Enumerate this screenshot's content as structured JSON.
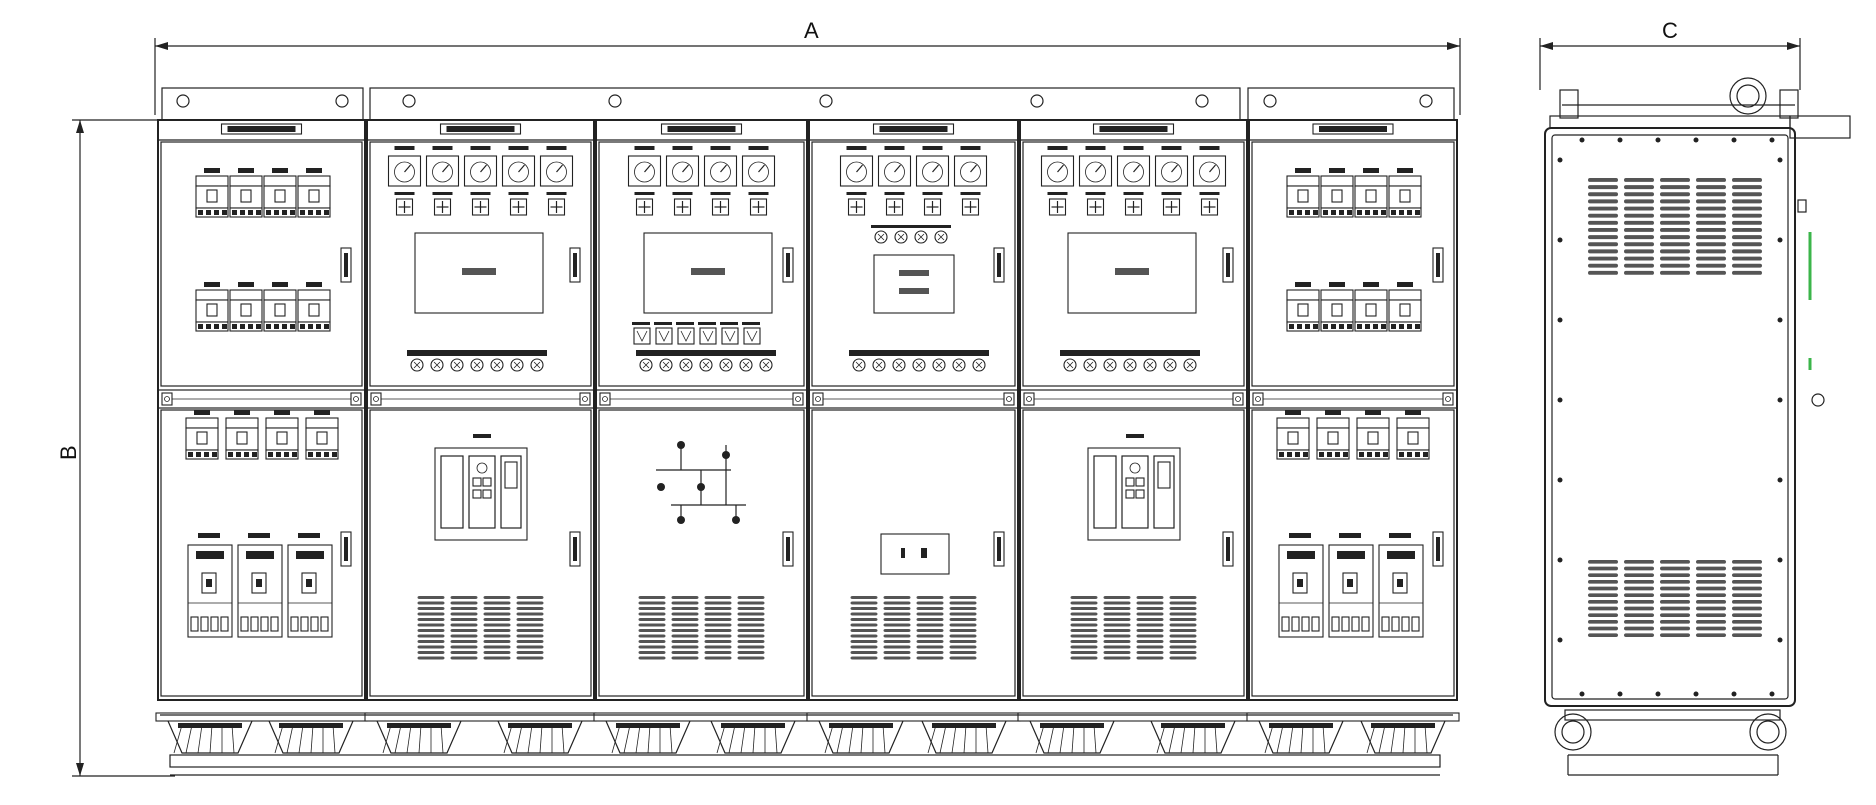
{
  "dimensions": {
    "width_label": "A",
    "height_label": "B",
    "depth_label": "C"
  },
  "front_view": {
    "panel_count": 6,
    "panels": [
      {
        "id": "incoming-left",
        "type": "breaker-panel"
      },
      {
        "id": "meter-1",
        "type": "meter-panel",
        "meters": 5
      },
      {
        "id": "meter-2",
        "type": "meter-panel",
        "meters": 4
      },
      {
        "id": "meter-3",
        "type": "meter-panel",
        "meters": 4
      },
      {
        "id": "meter-4",
        "type": "meter-panel",
        "meters": 5
      },
      {
        "id": "incoming-right",
        "type": "breaker-panel"
      }
    ]
  },
  "side_view": {
    "vent_groups": 2
  },
  "colors": {
    "line": "#222222",
    "background": "#ffffff",
    "accent": "#3bb54a"
  }
}
